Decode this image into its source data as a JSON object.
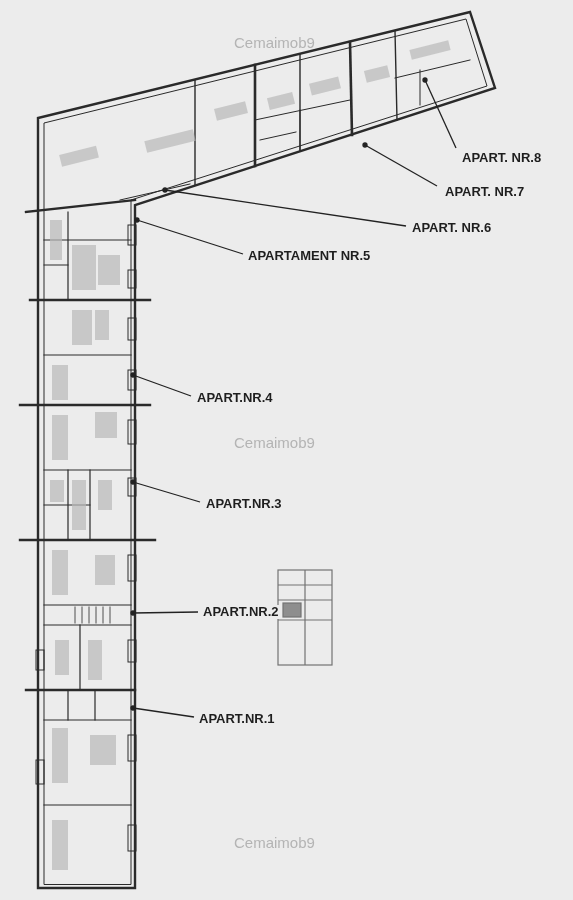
{
  "diagram": {
    "labels": [
      "Cemaimob9",
      "APART. NR.8",
      "APART. NR.7",
      "APART. NR.6",
      "APARTAMENT NR.5",
      "APART.NR.4",
      "Cemaimob9",
      "APART.NR.3",
      "APART.NR.2",
      "APART.NR.1",
      "Cemaimob9"
    ]
  }
}
